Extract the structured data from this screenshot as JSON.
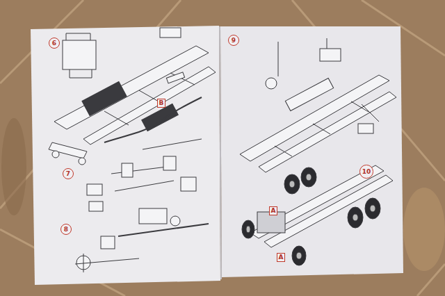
{
  "diagram": {
    "nodes": [
      {
        "text": [
          "6"
        ]
      },
      {
        "text": [
          "B"
        ]
      },
      {
        "text": [
          "7"
        ]
      },
      {
        "text": [
          "8"
        ]
      },
      {
        "text": [
          "9"
        ]
      },
      {
        "text": [
          "10"
        ]
      },
      {
        "text": [
          "A"
        ]
      },
      {
        "text": [
          "A"
        ]
      }
    ]
  }
}
